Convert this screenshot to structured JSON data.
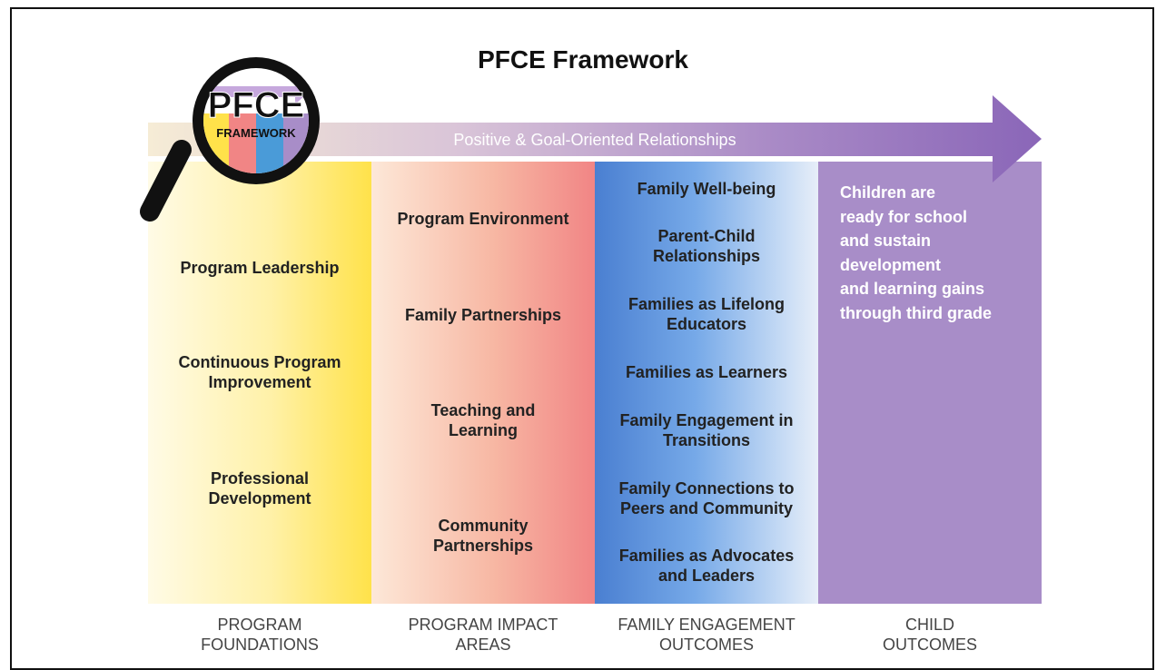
{
  "title": "PFCE Framework",
  "logo": {
    "line1": "PFCE",
    "line2": "FRAMEWORK",
    "icon": "magnifying-glass-icon"
  },
  "band": {
    "label": "Positive & Goal-Oriented Relationships"
  },
  "columns": [
    {
      "footer": [
        "PROGRAM",
        "FOUNDATIONS"
      ],
      "items": [
        [
          "Program Leadership"
        ],
        [
          "Continuous Program",
          "Improvement"
        ],
        [
          "Professional",
          "Development"
        ]
      ]
    },
    {
      "footer": [
        "PROGRAM IMPACT",
        "AREAS"
      ],
      "items": [
        [
          "Program Environment"
        ],
        [
          "Family Partnerships"
        ],
        [
          "Teaching and",
          "Learning"
        ],
        [
          "Community",
          "Partnerships"
        ]
      ]
    },
    {
      "footer": [
        "FAMILY ENGAGEMENT",
        "OUTCOMES"
      ],
      "items": [
        [
          "Family Well-being"
        ],
        [
          "Parent-Child",
          "Relationships"
        ],
        [
          "Families as Lifelong",
          "Educators"
        ],
        [
          "Families as Learners"
        ],
        [
          "Family Engagement in",
          "Transitions"
        ],
        [
          "Family Connections to",
          "Peers and Community"
        ],
        [
          "Families as Advocates",
          "and Leaders"
        ]
      ]
    },
    {
      "footer": [
        "CHILD",
        "OUTCOMES"
      ],
      "outcome": [
        "Children are",
        "ready for school",
        "and sustain",
        "development",
        "and learning gains",
        "through third grade"
      ]
    }
  ],
  "colors": {
    "foundations": "#ffe24a",
    "impact": "#f18585",
    "family": "#4a7fd1",
    "child": "#a88dc8",
    "arrow": "#8a66b8"
  }
}
